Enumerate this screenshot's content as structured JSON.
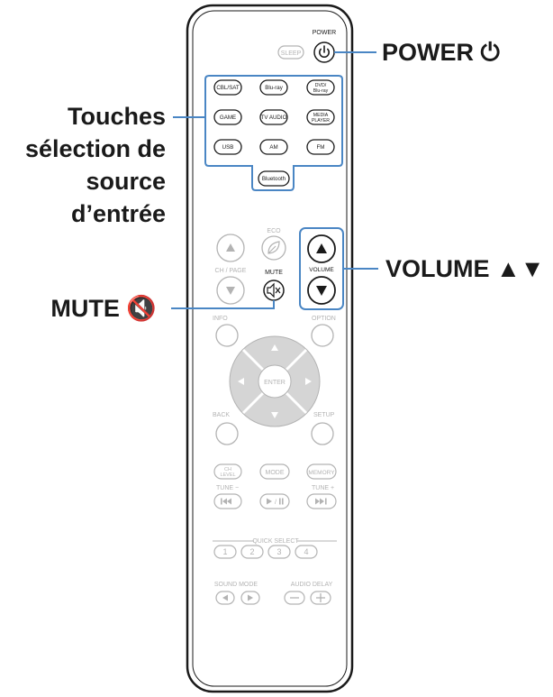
{
  "callouts": {
    "power": "POWER ⏻",
    "source_line1": "Touches",
    "source_line2": "sélection de",
    "source_line3": "source",
    "source_line4": "d’entrée",
    "volume": "VOLUME ▲▼",
    "mute": "MUTE 🔇"
  },
  "remote": {
    "power_label": "POWER",
    "sleep": "SLEEP",
    "sources": [
      "CBL/SAT",
      "Blu-ray",
      "DVD/\nBlu-ray",
      "GAME",
      "TV AUDIO",
      "MEDIA\nPLAYER",
      "USB",
      "AM",
      "FM",
      "Bluetooth"
    ],
    "eco": "ECO",
    "ch_page": "CH / PAGE",
    "mute_label": "MUTE",
    "volume_label": "VOLUME",
    "info": "INFO",
    "option": "OPTION",
    "enter": "ENTER",
    "back": "BACK",
    "setup": "SETUP",
    "ch_level": "CH\nLEVEL",
    "mode": "MODE",
    "memory": "MEMORY",
    "tune_minus": "TUNE −",
    "tune_plus": "TUNE +",
    "quick_select": "QUICK SELECT",
    "quick_numbers": [
      "1",
      "2",
      "3",
      "4"
    ],
    "sound_mode": "SOUND MODE",
    "audio_delay": "AUDIO DELAY"
  },
  "colors": {
    "highlight": "#4a86c4",
    "outline": "#1a1a1a",
    "faint": "#b3b3b3"
  }
}
